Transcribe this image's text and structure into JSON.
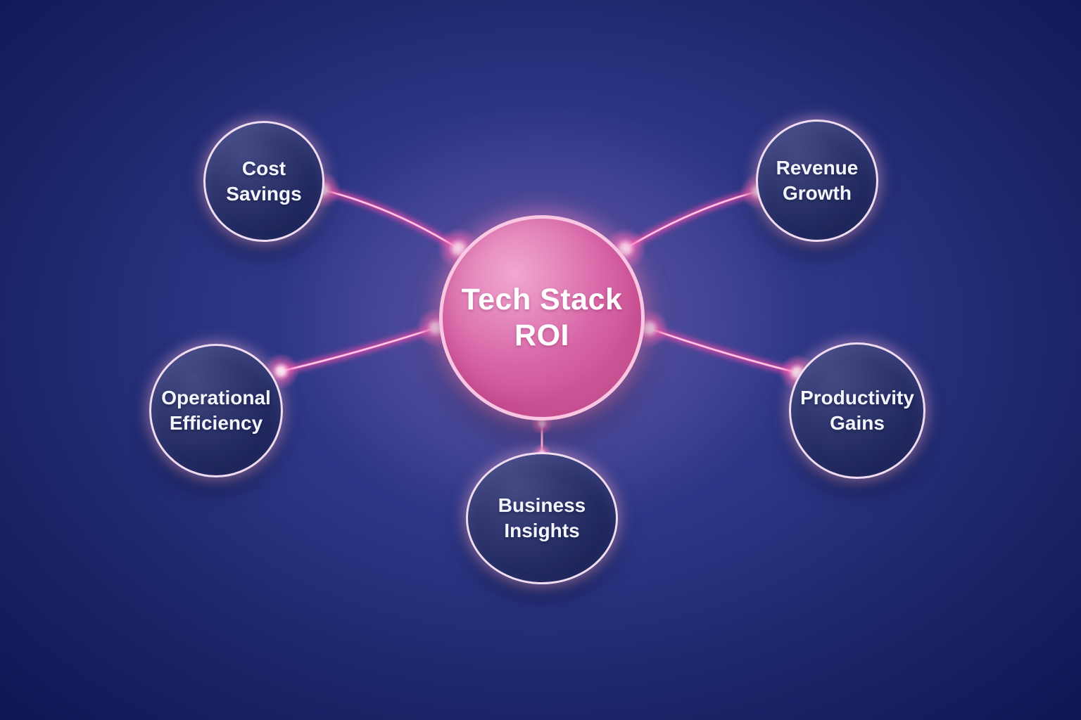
{
  "diagram": {
    "title": "Tech Stack ROI",
    "hub": {
      "id": "tech-stack-roi",
      "label": "Tech Stack\nROI"
    },
    "nodes": [
      {
        "id": "cost-savings",
        "label": "Cost\nSavings"
      },
      {
        "id": "revenue-growth",
        "label": "Revenue\nGrowth"
      },
      {
        "id": "operational-efficiency",
        "label": "Operational\nEfficiency"
      },
      {
        "id": "productivity-gains",
        "label": "Productivity\nGains"
      },
      {
        "id": "business-insights",
        "label": "Business\nInsights"
      }
    ],
    "colors": {
      "background_dark": "#0a1348",
      "background_mid": "#2c3584",
      "center_halo": "#6a58a8",
      "hub_fill": "#d765a6",
      "hub_rim": "#fccbe6",
      "node_fill": "#1a2155",
      "node_border": "#efdcf1",
      "connector_glow": "#ff4fae",
      "connector_core": "#ffe3f2",
      "text": "#f4f6ff"
    }
  }
}
